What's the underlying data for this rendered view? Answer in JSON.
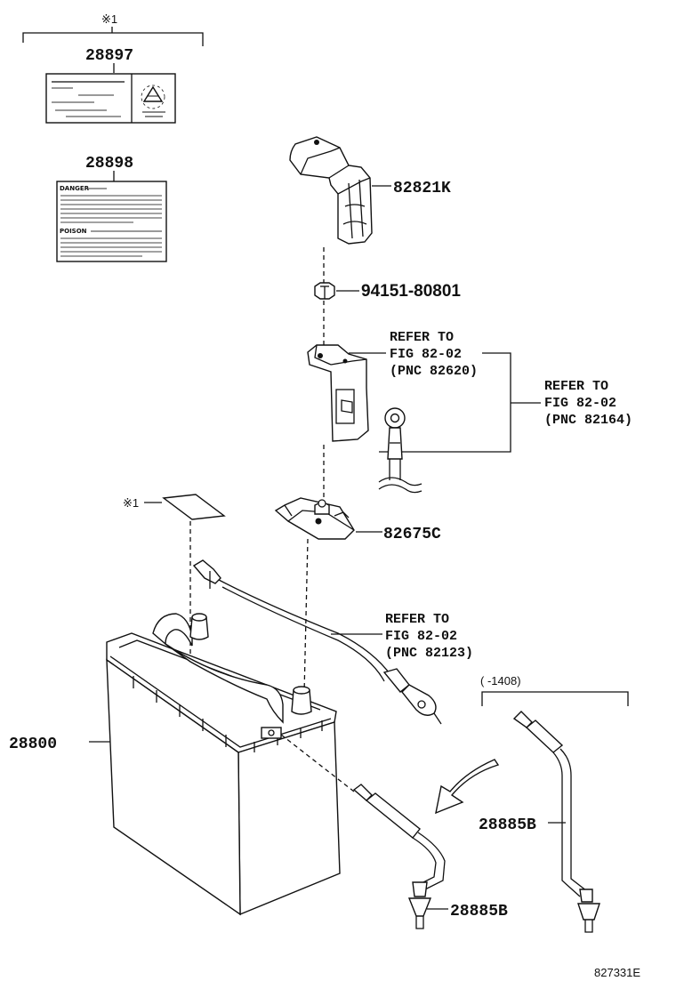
{
  "labels": {
    "note_mark_top": "※1",
    "note_mark_side": "※1",
    "p28897": "28897",
    "p28898": "28898",
    "p82821k": "82821K",
    "p94151": "94151-80801",
    "p82675c": "82675C",
    "p28800": "28800",
    "p28885b_left": "28885B",
    "p28885b_right": "28885B",
    "range_note": "(      -1408)",
    "figure_id": "827331E"
  },
  "refer_blocks": [
    {
      "line1": "REFER TO",
      "line2": "FIG 82-02",
      "line3": "(PNC 82620)"
    },
    {
      "line1": "REFER TO",
      "line2": "FIG 82-02",
      "line3": "(PNC 82164)"
    },
    {
      "line1": "REFER TO",
      "line2": "FIG 82-02",
      "line3": "(PNC 82123)"
    }
  ],
  "label_28898": {
    "danger": "DANGER",
    "poison": "POISON"
  }
}
